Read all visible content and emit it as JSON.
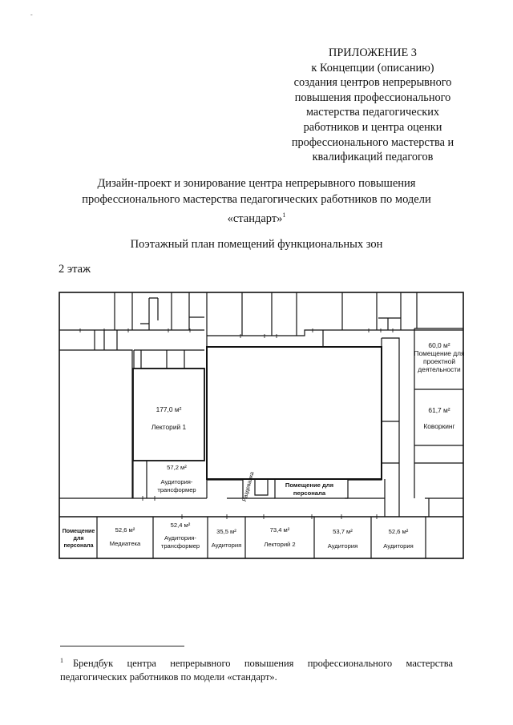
{
  "header": {
    "lines": [
      "ПРИЛОЖЕНИЕ 3",
      "к Концепции (описанию)",
      "создания центров непрерывного",
      "повышения профессионального",
      "мастерства педагогических",
      "работников и центра оценки",
      "профессионального мастерства и",
      "квалификаций педагогов"
    ]
  },
  "title": {
    "line1": "Дизайн-проект и зонирование центра непрерывного повышения",
    "line2": "профессионального мастерства педагогических работников по модели",
    "line3": "«стандарт»",
    "footnote_ref": "1"
  },
  "subtitle": "Поэтажный план помещений функциональных зон",
  "floor_label": "2 этаж",
  "plan": {
    "rooms": {
      "project": {
        "area": "60,0 м²",
        "name": "Помещение для проектной деятельности"
      },
      "coworking": {
        "area": "61,7 м²",
        "name": "Коворкинг"
      },
      "lecture1": {
        "area": "177,0 м²",
        "name": "Лекторий 1"
      },
      "transformer1": {
        "area": "57,2 м²",
        "name": "Аудитория-трансформер"
      },
      "staff_mid": {
        "name": "Помещение для персонала"
      },
      "dressing": {
        "name": "Раздевалка"
      },
      "staff_left": {
        "name": "Помещение для персонала"
      },
      "mediateka": {
        "area": "52,6 м²",
        "name": "Медиатека"
      },
      "transformer2": {
        "area": "52,4 м²",
        "name": "Аудитория-трансформер"
      },
      "aud1": {
        "area": "35,5 м²",
        "name": "Аудитория"
      },
      "lecture2": {
        "area": "73,4 м²",
        "name": "Лекторий 2"
      },
      "aud2": {
        "area": "53,7 м²",
        "name": "Аудитория"
      },
      "aud3": {
        "area": "52,6 м²",
        "name": "Аудитория"
      }
    }
  },
  "footnote": {
    "number": "1",
    "text": "Брендбук центра непрерывного повышения профессионального мастерства педагогических работников по модели «стандарт»."
  }
}
